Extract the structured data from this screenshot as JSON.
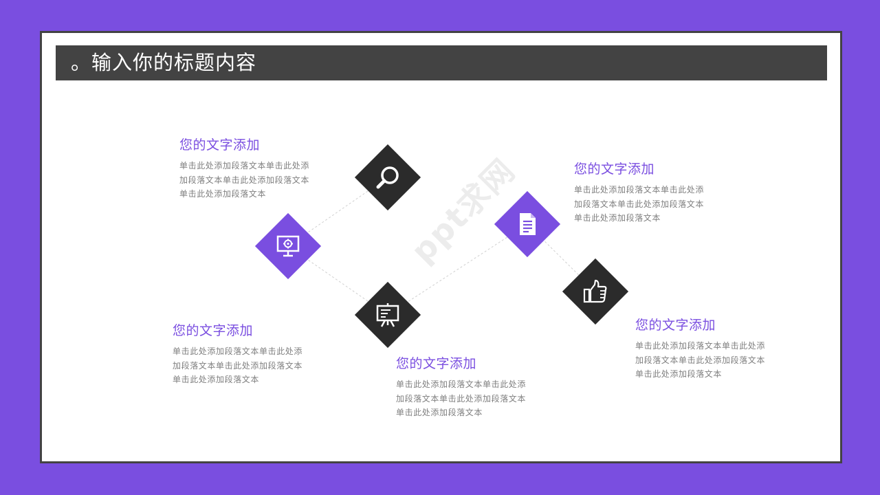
{
  "slide": {
    "title": "。输入你的标题内容"
  },
  "watermark": "ppt求网",
  "nodes": [
    {
      "name": "search-node",
      "icon": "search-icon",
      "color": "#2b2b2b"
    },
    {
      "name": "monitor-settings-node",
      "icon": "monitor-gear-icon",
      "color": "#7a4ee0"
    },
    {
      "name": "presentation-node",
      "icon": "presentation-board-icon",
      "color": "#2b2b2b"
    },
    {
      "name": "document-node",
      "icon": "document-icon",
      "color": "#7a4ee0"
    },
    {
      "name": "thumbs-up-node",
      "icon": "thumbs-up-icon",
      "color": "#2b2b2b"
    }
  ],
  "blocks": [
    {
      "heading": "您的文字添加",
      "lines": [
        "单击此处添加段落文本单击此处添",
        "加段落文本单击此处添加段落文本",
        "单击此处添加段落文本"
      ]
    },
    {
      "heading": "您的文字添加",
      "lines": [
        "单击此处添加段落文本单击此处添",
        "加段落文本单击此处添加段落文本",
        "单击此处添加段落文本"
      ]
    },
    {
      "heading": "您的文字添加",
      "lines": [
        "单击此处添加段落文本单击此处添",
        "加段落文本单击此处添加段落文本",
        "单击此处添加段落文本"
      ]
    },
    {
      "heading": "您的文字添加",
      "lines": [
        "单击此处添加段落文本单击此处添",
        "加段落文本单击此处添加段落文本",
        "单击此处添加段落文本"
      ]
    },
    {
      "heading": "您的文字添加",
      "lines": [
        "单击此处添加段落文本单击此处添",
        "加段落文本单击此处添加段落文本",
        "单击此处添加段落文本"
      ]
    }
  ],
  "colors": {
    "background": "#7a4ee0",
    "accent": "#7a4ee0",
    "dark": "#2b2b2b",
    "title_bar": "#434343"
  }
}
